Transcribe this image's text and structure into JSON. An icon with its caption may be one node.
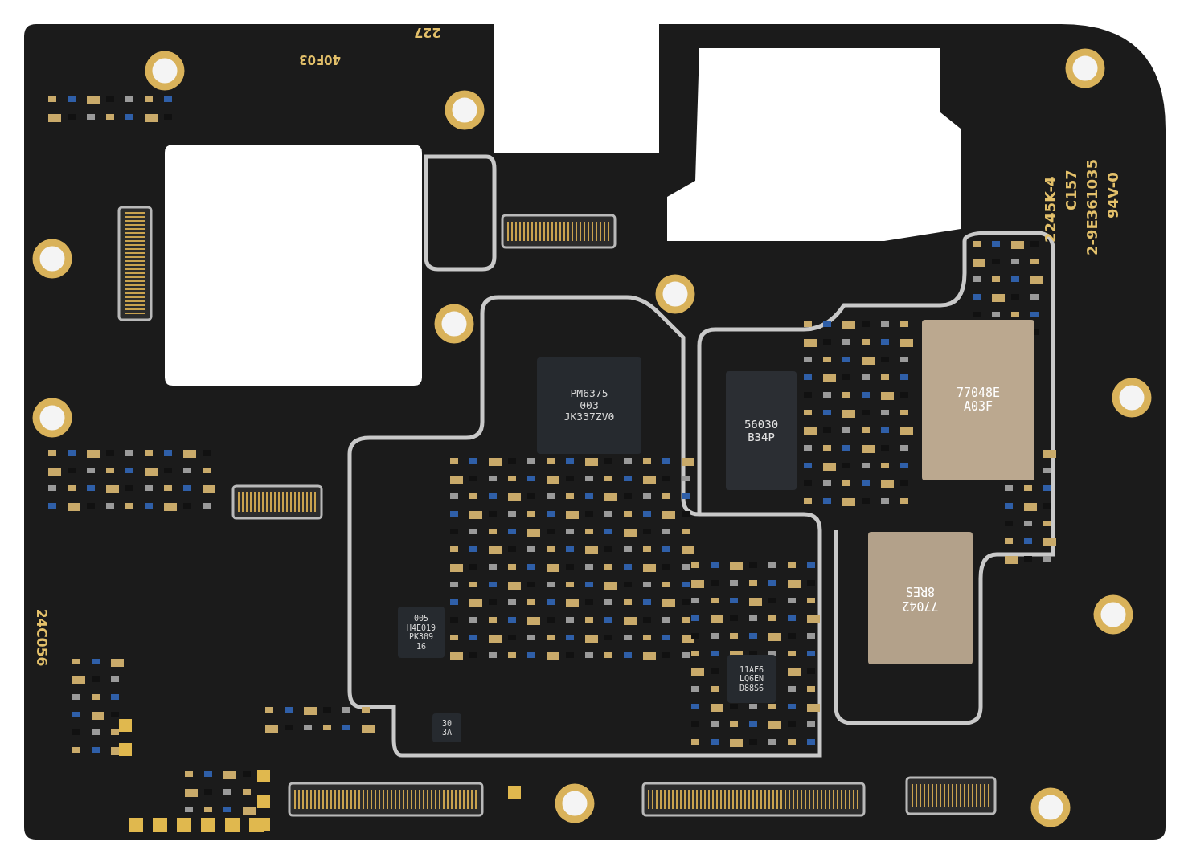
{
  "diagram": {
    "nodes": [
      {
        "text": [
          "PM6375 003 JK337ZV0"
        ]
      },
      {
        "text": [
          "56030 B34P"
        ]
      },
      {
        "text": [
          "77048E A03F"
        ]
      },
      {
        "text": [
          "77042 8RES"
        ]
      },
      {
        "text": [
          "11AF6 LQ6EN D88S6"
        ]
      },
      {
        "text": [
          "005 H4E019 PK309 16"
        ]
      },
      {
        "text": [
          "30 3A"
        ]
      }
    ],
    "labels": [
      "227",
      "40F03",
      "2245K-4",
      "C157",
      "2-9E361035",
      "94V-0",
      "24C056"
    ]
  }
}
